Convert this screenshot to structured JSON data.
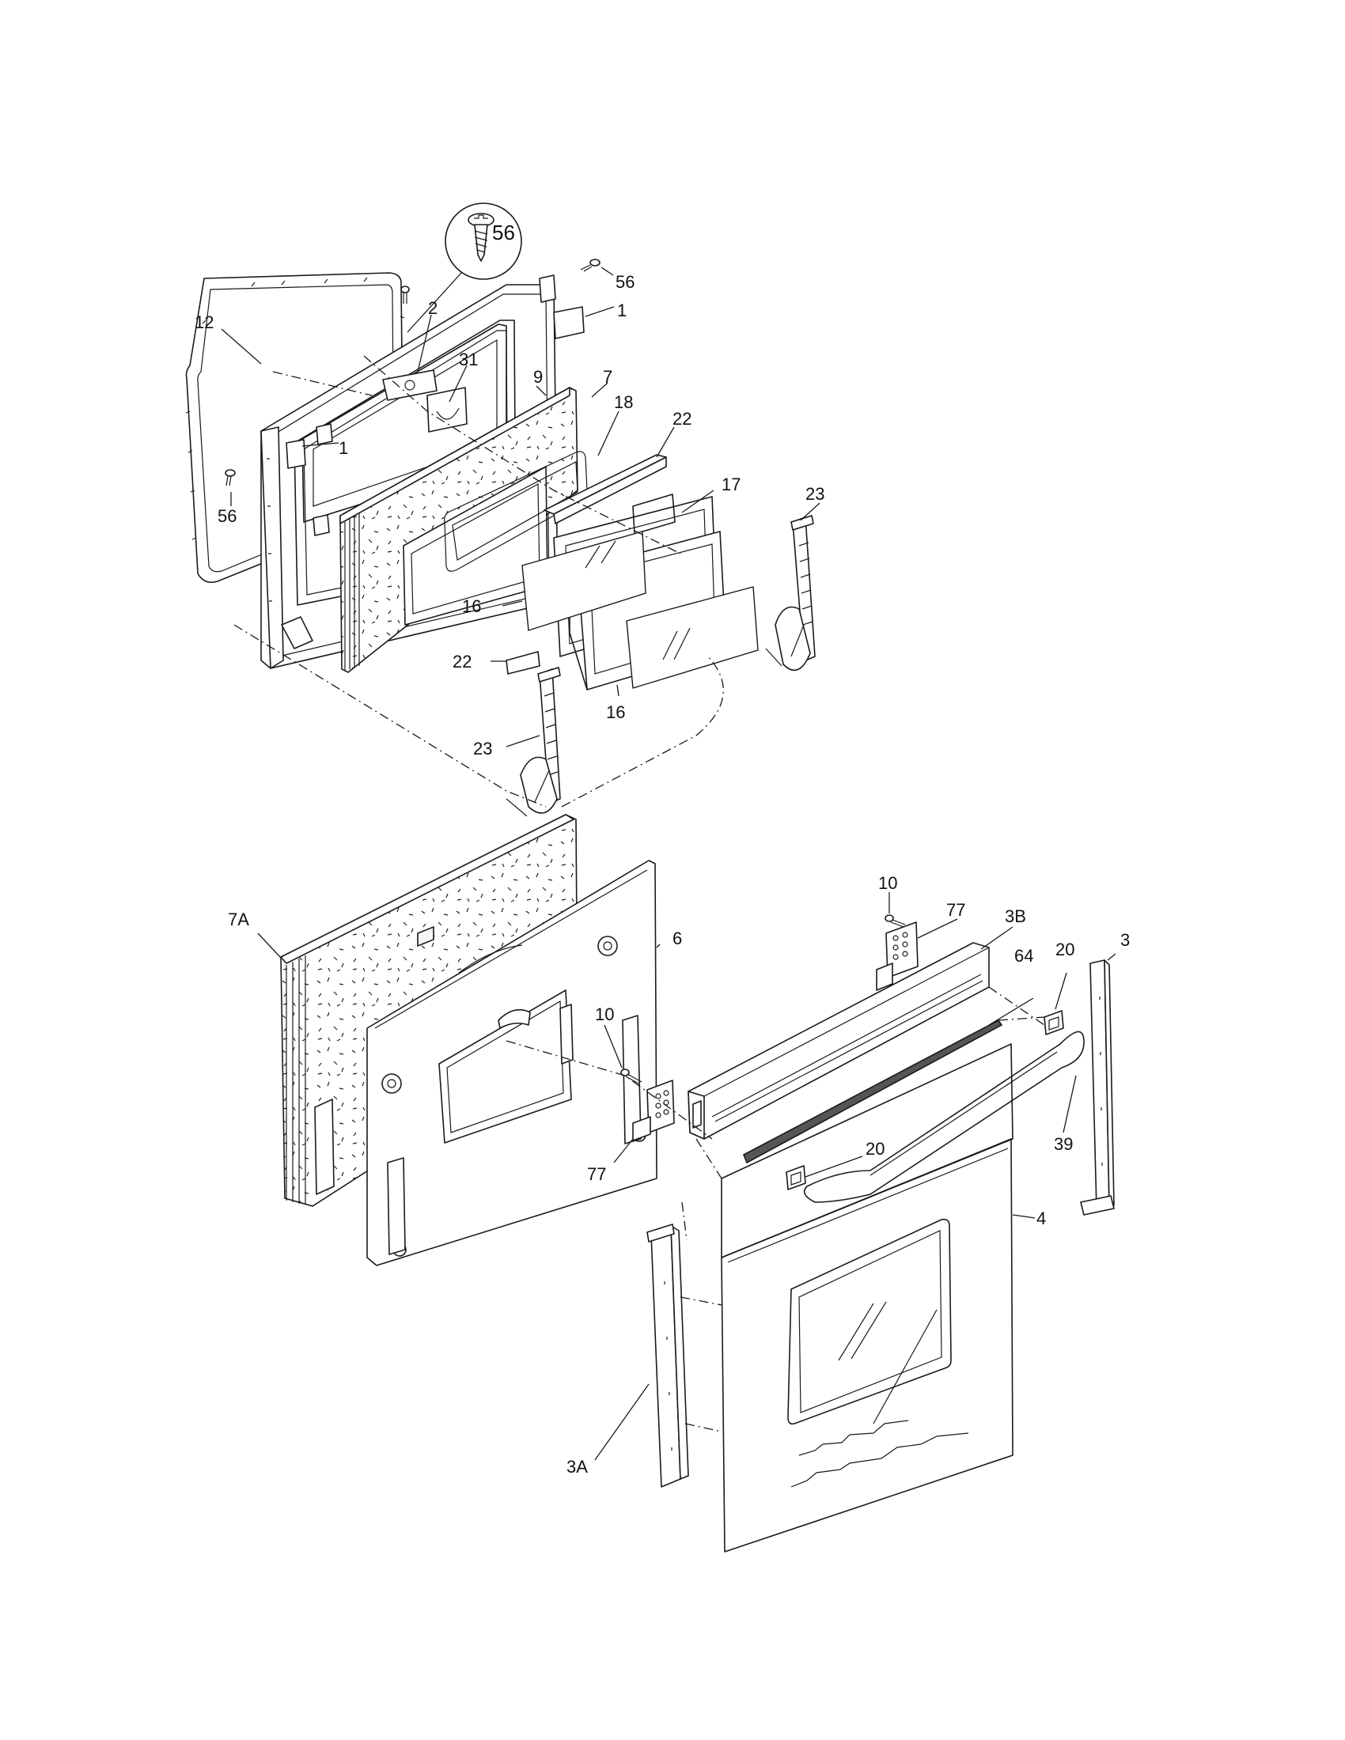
{
  "callouts": {
    "c56_detail": "56",
    "c56_right": "56",
    "c56_left": "56",
    "c1_right": "1",
    "c1_left": "1",
    "c12": "12",
    "c2": "2",
    "c31": "31",
    "c9": "9",
    "c7": "7",
    "c18": "18",
    "c22_top": "22",
    "c22_bottom": "22",
    "c17": "17",
    "c23_right": "23",
    "c23_left": "23",
    "c16_left": "16",
    "c16_bottom": "16",
    "c7A": "7A",
    "c6": "6",
    "c10_top": "10",
    "c10_mid": "10",
    "c77_top": "77",
    "c77_bottom": "77",
    "c3B": "3B",
    "c64": "64",
    "c20_top": "20",
    "c20_bottom": "20",
    "c3": "3",
    "c39": "39",
    "c4": "4",
    "c3A": "3A"
  },
  "colors": {
    "line": "#1a1a1a",
    "background": "#ffffff"
  }
}
